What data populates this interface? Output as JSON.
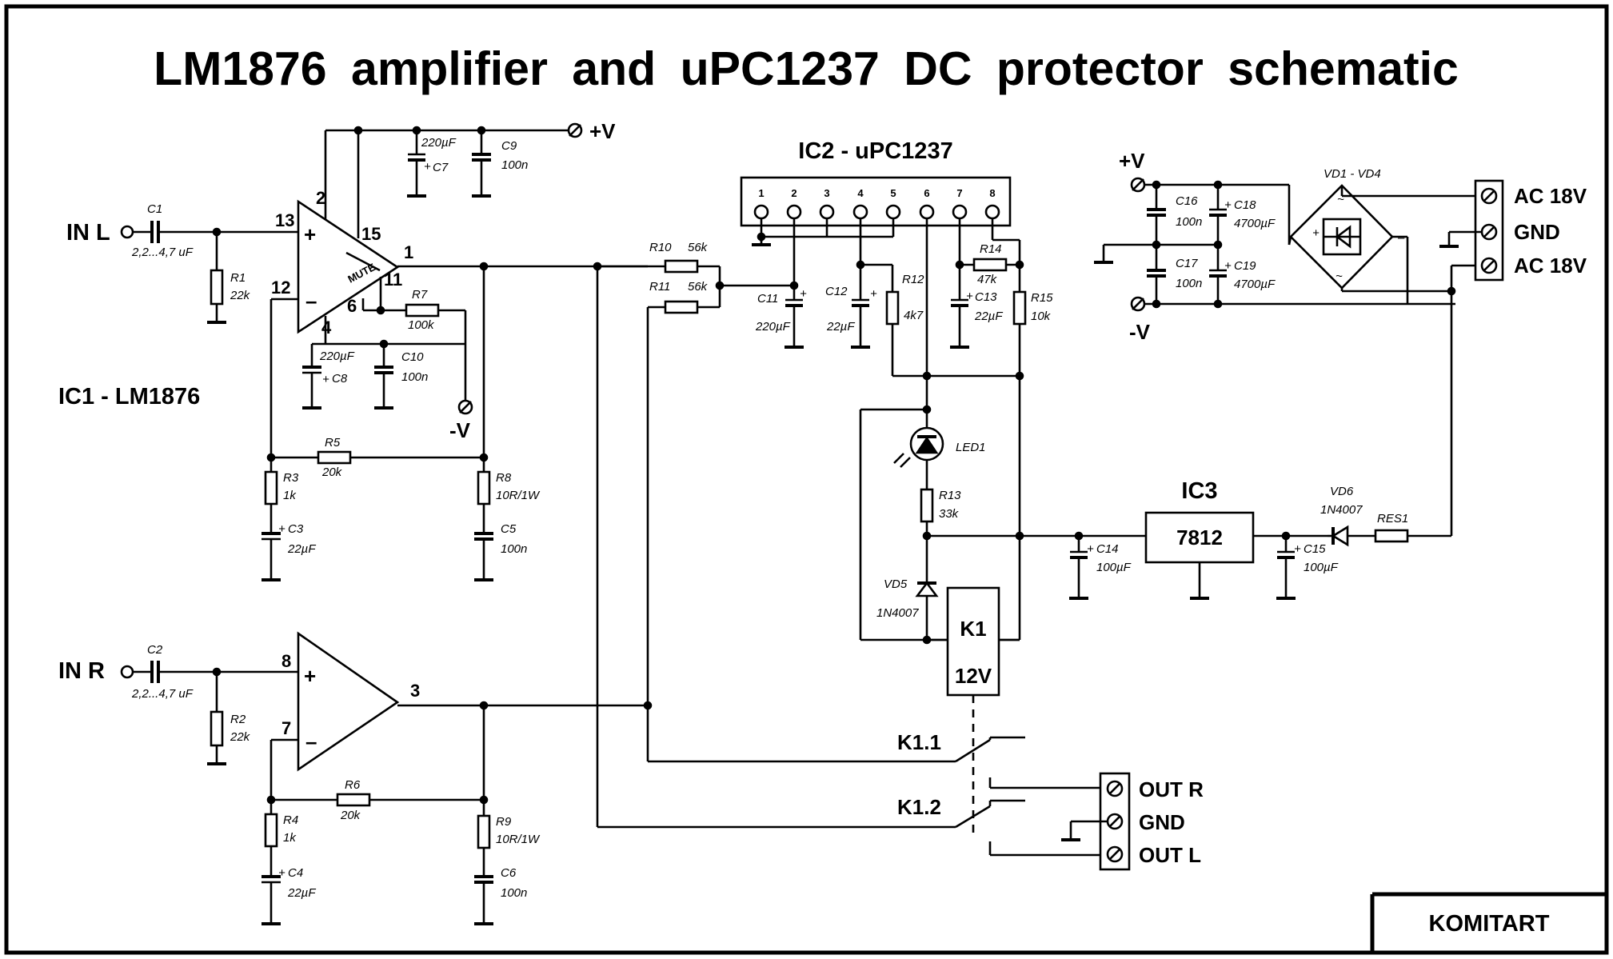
{
  "title": "LM1876 amplifier and uPC1237 DC protector schematic",
  "brand": "KOMITART",
  "ic1_label": "IC1 - LM1876",
  "ic2_label": "IC2 - uPC1237",
  "ic3_label": "IC3",
  "ic3_part": "7812",
  "relay_name": "K1",
  "relay_voltage": "12V",
  "contact1": "K1.1",
  "contact2": "K1.2",
  "mute_label": "MUTE",
  "inputs": {
    "left": "IN L",
    "right": "IN R"
  },
  "supply": {
    "pos": "+V",
    "neg": "-V"
  },
  "power_terminals": [
    "AC 18V",
    "GND",
    "AC 18V"
  ],
  "out_terminals": [
    "OUT R",
    "GND",
    "OUT L"
  ],
  "ic2_pins": [
    "1",
    "2",
    "3",
    "4",
    "5",
    "6",
    "7",
    "8"
  ],
  "pins": {
    "p13": "13",
    "p15": "15",
    "p2": "2",
    "p1": "1",
    "p12": "12",
    "p11": "11",
    "p6": "6",
    "p4": "4",
    "p8": "8",
    "p3": "3",
    "p7": "7",
    "plus": "+",
    "minus": "–"
  },
  "components": {
    "C1": {
      "name": "C1",
      "value": "2,2...4,7 uF"
    },
    "C2": {
      "name": "C2",
      "value": "2,2...4,7 uF"
    },
    "R1": {
      "name": "R1",
      "value": "22k"
    },
    "R2": {
      "name": "R2",
      "value": "22k"
    },
    "R3": {
      "name": "R3",
      "value": "1k"
    },
    "R4": {
      "name": "R4",
      "value": "1k"
    },
    "R5": {
      "name": "R5",
      "value": "20k"
    },
    "R6": {
      "name": "R6",
      "value": "20k"
    },
    "R7": {
      "name": "R7",
      "value": "100k"
    },
    "R8": {
      "name": "R8",
      "value": "10R/1W"
    },
    "R9": {
      "name": "R9",
      "value": "10R/1W"
    },
    "R10": {
      "name": "R10",
      "value": "56k"
    },
    "R11": {
      "name": "R11",
      "value": "56k"
    },
    "R12": {
      "name": "R12",
      "value": "4k7"
    },
    "R13": {
      "name": "R13",
      "value": "33k"
    },
    "R14": {
      "name": "R14",
      "value": "47k"
    },
    "R15": {
      "name": "R15",
      "value": "10k"
    },
    "C3": {
      "name": "C3",
      "value": "22µF"
    },
    "C4": {
      "name": "C4",
      "value": "22µF"
    },
    "C5": {
      "name": "C5",
      "value": "100n"
    },
    "C6": {
      "name": "C6",
      "value": "100n"
    },
    "C7": {
      "name": "C7",
      "value": "220µF"
    },
    "C8": {
      "name": "C8",
      "value": "220µF"
    },
    "C9": {
      "name": "C9",
      "value": "100n"
    },
    "C10": {
      "name": "C10",
      "value": "100n"
    },
    "C11": {
      "name": "C11",
      "value": "220µF"
    },
    "C12": {
      "name": "C12",
      "value": "22µF"
    },
    "C13": {
      "name": "C13",
      "value": "22µF"
    },
    "C14": {
      "name": "C14",
      "value": "100µF"
    },
    "C15": {
      "name": "C15",
      "value": "100µF"
    },
    "C16": {
      "name": "C16",
      "value": "100n"
    },
    "C17": {
      "name": "C17",
      "value": "100n"
    },
    "C18": {
      "name": "C18",
      "value": "4700µF"
    },
    "C19": {
      "name": "C19",
      "value": "4700µF"
    },
    "LED1": {
      "name": "LED1"
    },
    "VD5": {
      "name": "VD5",
      "value": "1N4007"
    },
    "VD6": {
      "name": "VD6",
      "value": "1N4007"
    },
    "VD1_VD4": {
      "name": "VD1 - VD4"
    },
    "RES1": {
      "name": "RES1"
    }
  },
  "bridge_marks": {
    "ac": "~",
    "plus": "+",
    "minus": "–"
  }
}
